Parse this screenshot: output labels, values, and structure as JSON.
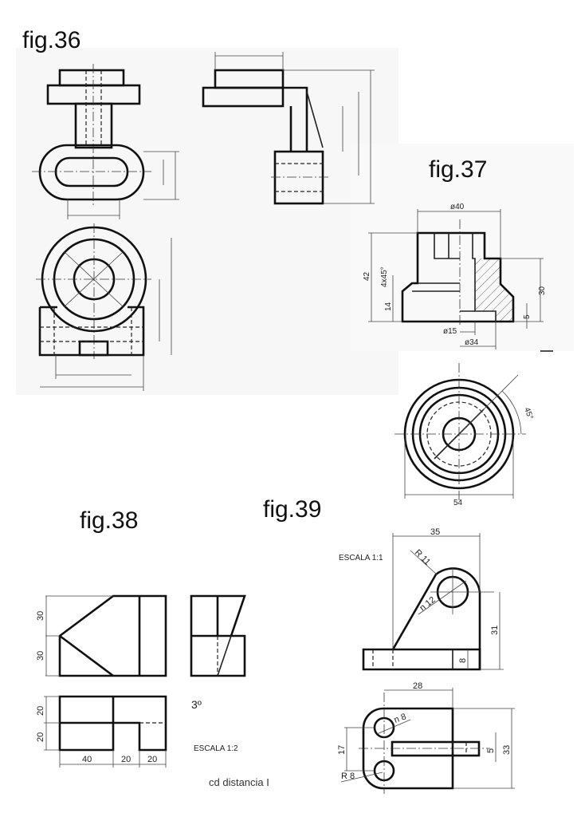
{
  "figures": {
    "fig36": {
      "label": "fig.36"
    },
    "fig37": {
      "label": "fig.37",
      "dims": {
        "d40": "ø40",
        "h42": "42",
        "chamfer": "4x45°",
        "h14": "14",
        "h30": "30",
        "h5": "5",
        "d15": "ø15",
        "d34": "ø34",
        "d54": "54",
        "angle": "45°"
      }
    },
    "fig38": {
      "label": "fig.38",
      "dims": {
        "v30a": "30",
        "v30b": "30",
        "v20a": "20",
        "v20b": "20",
        "h40": "40",
        "h20a": "20",
        "h20b": "20"
      },
      "projection": "3º",
      "scale": "ESCALA 1:2",
      "note": "cd distancia I"
    },
    "fig39": {
      "label": "fig.39",
      "scale": "ESCALA 1:1",
      "dims": {
        "w35": "35",
        "r11": "R 11",
        "n12": "n 12",
        "h31": "31",
        "h8": "8",
        "w28": "28",
        "n8": "n 8",
        "h17": "17",
        "r8": "R 8",
        "h5": "5",
        "h33": "33"
      }
    }
  }
}
